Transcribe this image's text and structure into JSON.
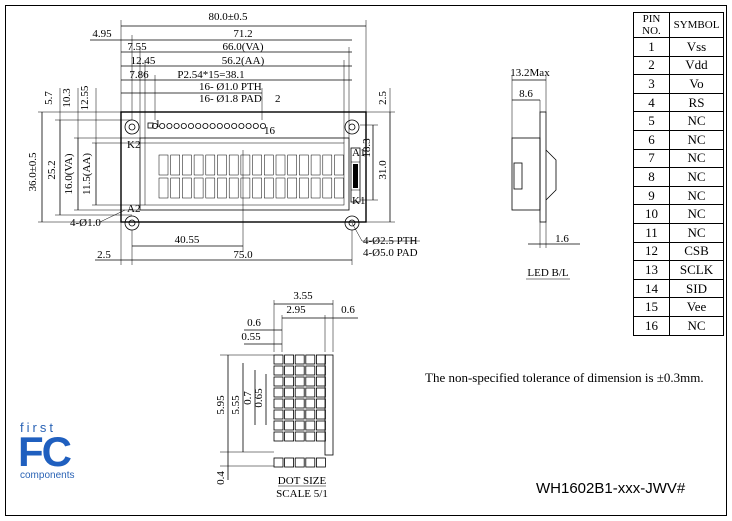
{
  "pin_table": {
    "header_no": "PIN NO.",
    "header_symbol": "SYMBOL",
    "rows": [
      {
        "no": "1",
        "symbol": "Vss"
      },
      {
        "no": "2",
        "symbol": "Vdd"
      },
      {
        "no": "3",
        "symbol": "Vo"
      },
      {
        "no": "4",
        "symbol": "RS"
      },
      {
        "no": "5",
        "symbol": "NC"
      },
      {
        "no": "6",
        "symbol": "NC"
      },
      {
        "no": "7",
        "symbol": "NC"
      },
      {
        "no": "8",
        "symbol": "NC"
      },
      {
        "no": "9",
        "symbol": "NC"
      },
      {
        "no": "10",
        "symbol": "NC"
      },
      {
        "no": "11",
        "symbol": "NC"
      },
      {
        "no": "12",
        "symbol": "CSB"
      },
      {
        "no": "13",
        "symbol": "SCLK"
      },
      {
        "no": "14",
        "symbol": "SID"
      },
      {
        "no": "15",
        "symbol": "Vee"
      },
      {
        "no": "16",
        "symbol": "NC"
      }
    ]
  },
  "dims": {
    "d80": "80.0±0.5",
    "d495": "4.95",
    "d712": "71.2",
    "d755": "7.55",
    "d66": "66.0(VA)",
    "d1245": "12.45",
    "d562": "56.2(AA)",
    "d786": "7.86",
    "pitch": "P2.54*15=38.1",
    "pth16": "16- Ø1.0 PTH",
    "pad16": "16- Ø1.8 PAD",
    "d2": "2",
    "d57": "5.7",
    "d103": "10.3",
    "d1255": "12.55",
    "d25r": "2.5",
    "d183": "18.3",
    "d31": "31.0",
    "d36": "36.0±0.5",
    "d252": "25.2",
    "d16va": "16.0(VA)",
    "d115aa": "11.5(AA)",
    "hole1": "4-Ø1.0",
    "d4055": "40.55",
    "d25b": "2.5",
    "d75": "75.0",
    "pth4": "4-Ø2.5 PTH",
    "pad4": "4-Ø5.0 PAD",
    "k2": "K2",
    "a2": "A2",
    "a1": "A1",
    "k1": "K1",
    "pin1": "1",
    "pin16": "16",
    "d132": "13.2Max",
    "d86": "8.6",
    "d16": "1.6",
    "led": "LED B/L",
    "d355": "3.55",
    "d295": "2.95",
    "d06a": "0.6",
    "d06b": "0.6",
    "d055": "0.55",
    "d595": "5.95",
    "d555": "5.55",
    "d07": "0.7",
    "d065": "0.65",
    "d04": "0.4",
    "dot_size": "DOT SIZE",
    "scale": "SCALE 5/1"
  },
  "note": "The non-specified tolerance of dimension is ±0.3mm.",
  "model": "WH1602B1-xxx-JWV#",
  "logo": {
    "first": "first",
    "fc": "FC",
    "components": "components",
    "color": "#1f5fbf"
  }
}
